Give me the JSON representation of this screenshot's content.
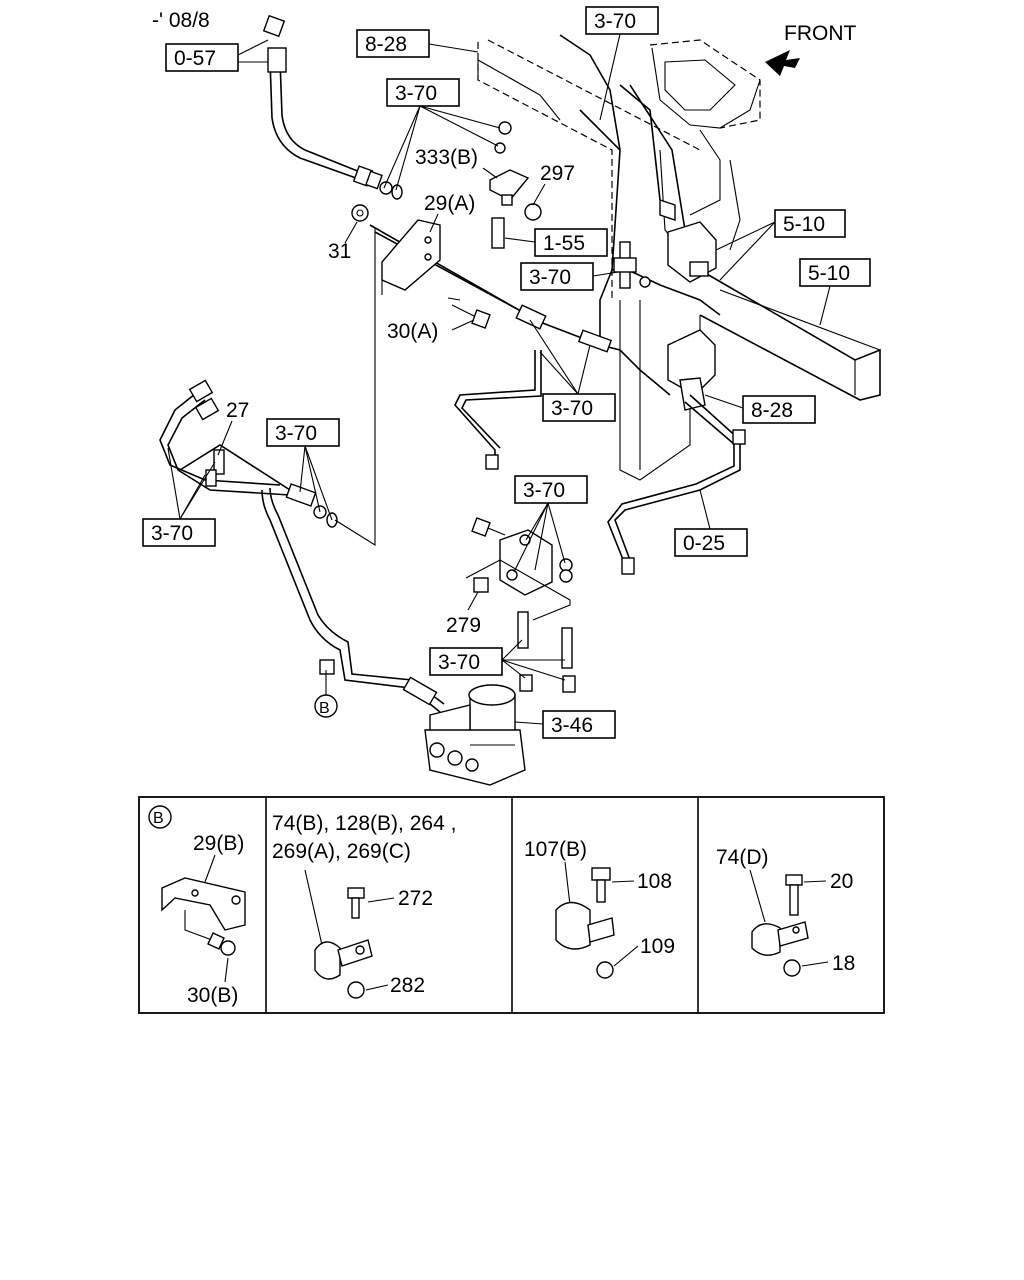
{
  "date_note": "-' 08/8",
  "front_label": "FRONT",
  "refs": {
    "r057": "0-57",
    "r828a": "8-28",
    "r370_top": "3-70",
    "r370_b": "3-70",
    "r510a": "5-10",
    "r510b": "5-10",
    "r155": "1-55",
    "r370_c": "3-70",
    "r370_d": "3-70",
    "r828b": "8-28",
    "r370_e": "3-70",
    "r370_f": "3-70",
    "r370_g": "3-70",
    "r025": "0-25",
    "r370_h": "3-70",
    "r346": "3-46"
  },
  "parts": {
    "p333b": "333(B)",
    "p297": "297",
    "p29a": "29(A)",
    "p31": "31",
    "p30a": "30(A)",
    "p27": "27",
    "p279": "279"
  },
  "callout_b": "B",
  "detail": {
    "panel1": {
      "marker": "B",
      "p1": "29(B)",
      "p2": "30(B)"
    },
    "panel2": {
      "line1": "74(B), 128(B), 264 ,",
      "line2": "269(A), 269(C)",
      "p1": "272",
      "p2": "282"
    },
    "panel3": {
      "p1": "107(B)",
      "p2": "108",
      "p3": "109"
    },
    "panel4": {
      "p1": "74(D)",
      "p2": "20",
      "p3": "18"
    }
  }
}
